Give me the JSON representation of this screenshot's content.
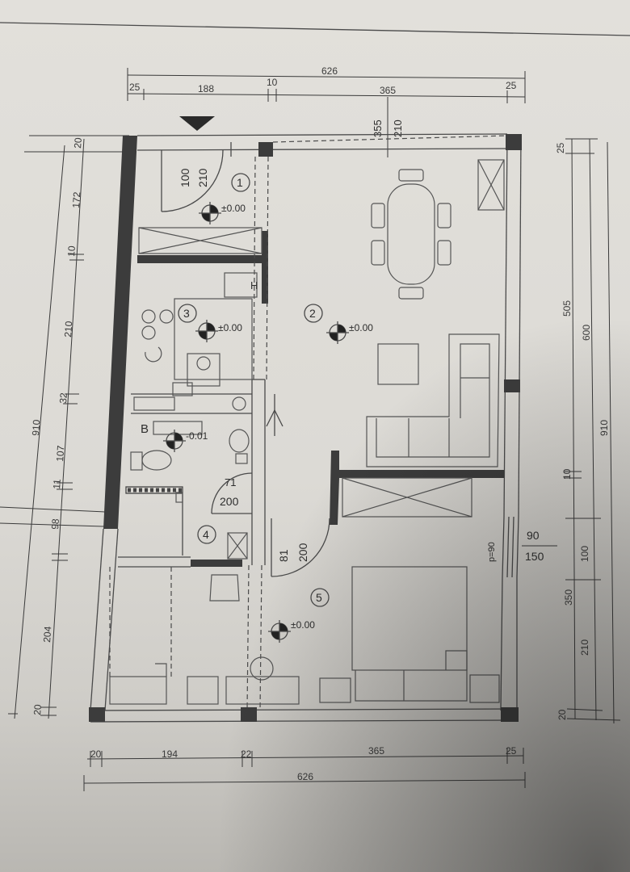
{
  "dimensions": {
    "top_total": "626",
    "top_segments": [
      "25",
      "188",
      "10",
      "365",
      "25"
    ],
    "bottom_segments": [
      "20",
      "194",
      "22",
      "365",
      "25"
    ],
    "bottom_total": "626",
    "left_outer": "910",
    "left_segments": [
      "20",
      "172",
      "10",
      "210",
      "32",
      "107",
      "11",
      "98",
      "204",
      "20"
    ],
    "right_outer": "910",
    "right_segments": [
      "25",
      "505",
      "10",
      "100",
      "350",
      "210",
      "20"
    ],
    "right_mid": "600"
  },
  "openings": {
    "window_top": [
      "355",
      "210"
    ],
    "entry_door": [
      "100",
      "210"
    ],
    "bath_door": [
      "71",
      "200"
    ],
    "bedroom_door": [
      "81",
      "200"
    ],
    "side_window": [
      "p=90",
      "90",
      "150"
    ]
  },
  "rooms": [
    {
      "number": "1",
      "level": "±0.00"
    },
    {
      "number": "2",
      "level": "±0.00"
    },
    {
      "number": "3",
      "level": "±0.00"
    },
    {
      "number": "4",
      "level": ""
    },
    {
      "number": "5",
      "level": "±0.00"
    }
  ],
  "bath": {
    "level": "-0.01",
    "marker": "B"
  },
  "fixtures": {
    "kitchen_marker": "H"
  },
  "icons": [
    "level-marker-icon",
    "entrance-arrow-icon"
  ]
}
